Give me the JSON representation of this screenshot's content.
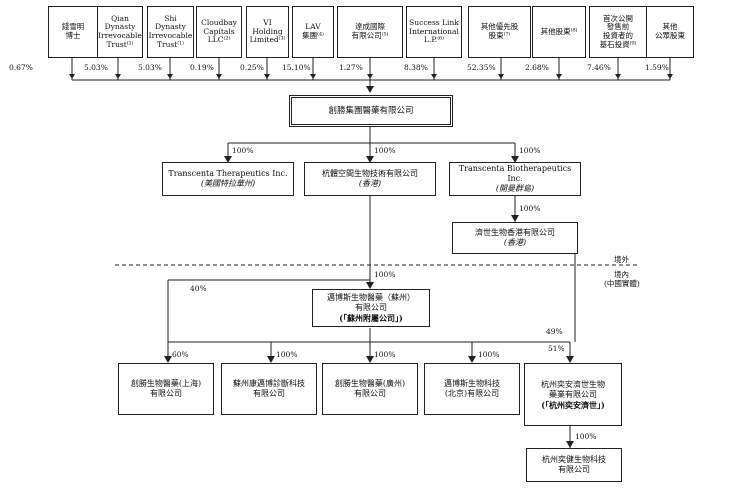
{
  "shareholders": [
    {
      "lines": [
        "錢雪明",
        "博士"
      ],
      "pct": "0.67%"
    },
    {
      "lines": [
        "Qian",
        "Dynasty",
        "Irrevocable",
        "Trust⁽¹⁾"
      ],
      "pct": "5.03%"
    },
    {
      "lines": [
        "Shi",
        "Dynasty",
        "Irrevocable",
        "Trust⁽¹⁾"
      ],
      "pct": "5.03%"
    },
    {
      "lines": [
        "Cloudbay",
        "Capitals",
        "LLC⁽²⁾"
      ],
      "pct": "0.19%"
    },
    {
      "lines": [
        "VI",
        "Holding",
        "Limited⁽³⁾"
      ],
      "pct": "0.25%"
    },
    {
      "lines": [
        "LAV",
        "集團⁽⁴⁾"
      ],
      "pct": "15.10%"
    },
    {
      "lines": [
        "達成國際",
        "有限公司⁽⁵⁾"
      ],
      "pct": "1.27%"
    },
    {
      "lines": [
        "Success Link",
        "International",
        "L.P.⁽⁶⁾"
      ],
      "pct": "8.38%"
    },
    {
      "lines": [
        "其他優先股",
        "股東⁽⁷⁾"
      ],
      "pct": "52.35%"
    },
    {
      "lines": [
        "其他股東⁽⁸⁾"
      ],
      "pct": "2.68%"
    },
    {
      "lines": [
        "首次公開",
        "發售前",
        "投資者的",
        "基石投資⁽⁹⁾"
      ],
      "pct": "7.46%"
    },
    {
      "lines": [
        "其他",
        "公眾股東"
      ],
      "pct": "1.59%"
    }
  ],
  "company": {
    "name": "創勝集團醫藥有限公司"
  },
  "tier1": [
    {
      "name": "Transcenta Therapeutics Inc.",
      "place": "(美國特拉華州)",
      "pct": "100%"
    },
    {
      "name": "杭體空間生物技術有限公司",
      "place": "(香港)",
      "pct": "100%"
    },
    {
      "name": "Transcenta Biotherapeutics Inc.",
      "place": "(開曼群島)",
      "pct": "100%"
    }
  ],
  "hk_sub": {
    "name": "濟世生物香港有限公司",
    "place": "(香港)",
    "pct": "100%"
  },
  "region": {
    "offshore": "境外",
    "onshore": "境內",
    "onshore_note": "(中國實體)"
  },
  "suzhou": {
    "line1": "邁博斯生物醫藥（蘇州）",
    "line2": "有限公司",
    "line3": "(「蘇州附屬公司」)",
    "pct_in": "100%",
    "pct_out": "40%",
    "pct_51": "51%",
    "pct_49": "49%"
  },
  "prc_subs": [
    {
      "line1": "創勝生物醫藥(上海)",
      "line2": "有限公司",
      "line3": "",
      "pct": "60%"
    },
    {
      "line1": "蘇州康邁博診斷科技",
      "line2": "有限公司",
      "line3": "",
      "pct": "100%"
    },
    {
      "line1": "創勝生物醫藥(廣州)",
      "line2": "有限公司",
      "line3": "",
      "pct": "100%"
    },
    {
      "line1": "邁博斯生物科技",
      "line2": "(北京)有限公司",
      "line3": "",
      "pct": "100%"
    },
    {
      "line1": "杭州奕安濟世生物",
      "line2": "藥業有限公司",
      "line3": "(「杭州奕安濟世」)",
      "pct": "51%"
    }
  ],
  "hz_sub": {
    "line1": "杭州奕健生物科技",
    "line2": "有限公司",
    "pct": "100%"
  }
}
